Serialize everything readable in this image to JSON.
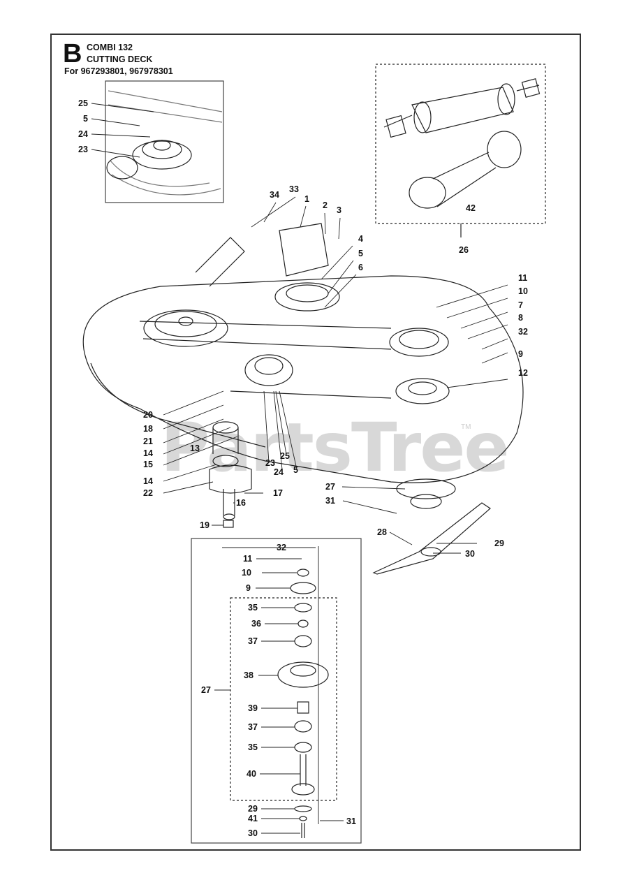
{
  "header": {
    "letter": "B",
    "model": "COMBI 132",
    "section": "CUTTING DECK",
    "for_models": "For 967293801, 967978301"
  },
  "watermark": {
    "text": "PartsTree",
    "tm": "TM"
  },
  "callouts": {
    "c1": "1",
    "c2": "2",
    "c3": "3",
    "c4": "4",
    "c5a": "5",
    "c5b": "5",
    "c5c": "5",
    "c6": "6",
    "c7": "7",
    "c8": "8",
    "c9a": "9",
    "c9b": "9",
    "c10a": "10",
    "c10b": "10",
    "c11a": "11",
    "c11b": "11",
    "c12": "12",
    "c13": "13",
    "c14a": "14",
    "c14b": "14",
    "c15": "15",
    "c16": "16",
    "c17": "17",
    "c18": "18",
    "c19": "19",
    "c20": "20",
    "c21": "21",
    "c22": "22",
    "c23a": "23",
    "c23b": "23",
    "c24a": "24",
    "c24b": "24",
    "c25a": "25",
    "c25b": "25",
    "c26": "26",
    "c27a": "27",
    "c27b": "27",
    "c28": "28",
    "c29a": "29",
    "c29b": "29",
    "c30a": "30",
    "c30b": "30",
    "c31a": "31",
    "c31b": "31",
    "c32a": "32",
    "c32b": "32",
    "c33": "33",
    "c34": "34",
    "c35a": "35",
    "c35b": "35",
    "c36": "36",
    "c37a": "37",
    "c37b": "37",
    "c38": "38",
    "c39": "39",
    "c40": "40",
    "c41": "41",
    "c42": "42"
  }
}
